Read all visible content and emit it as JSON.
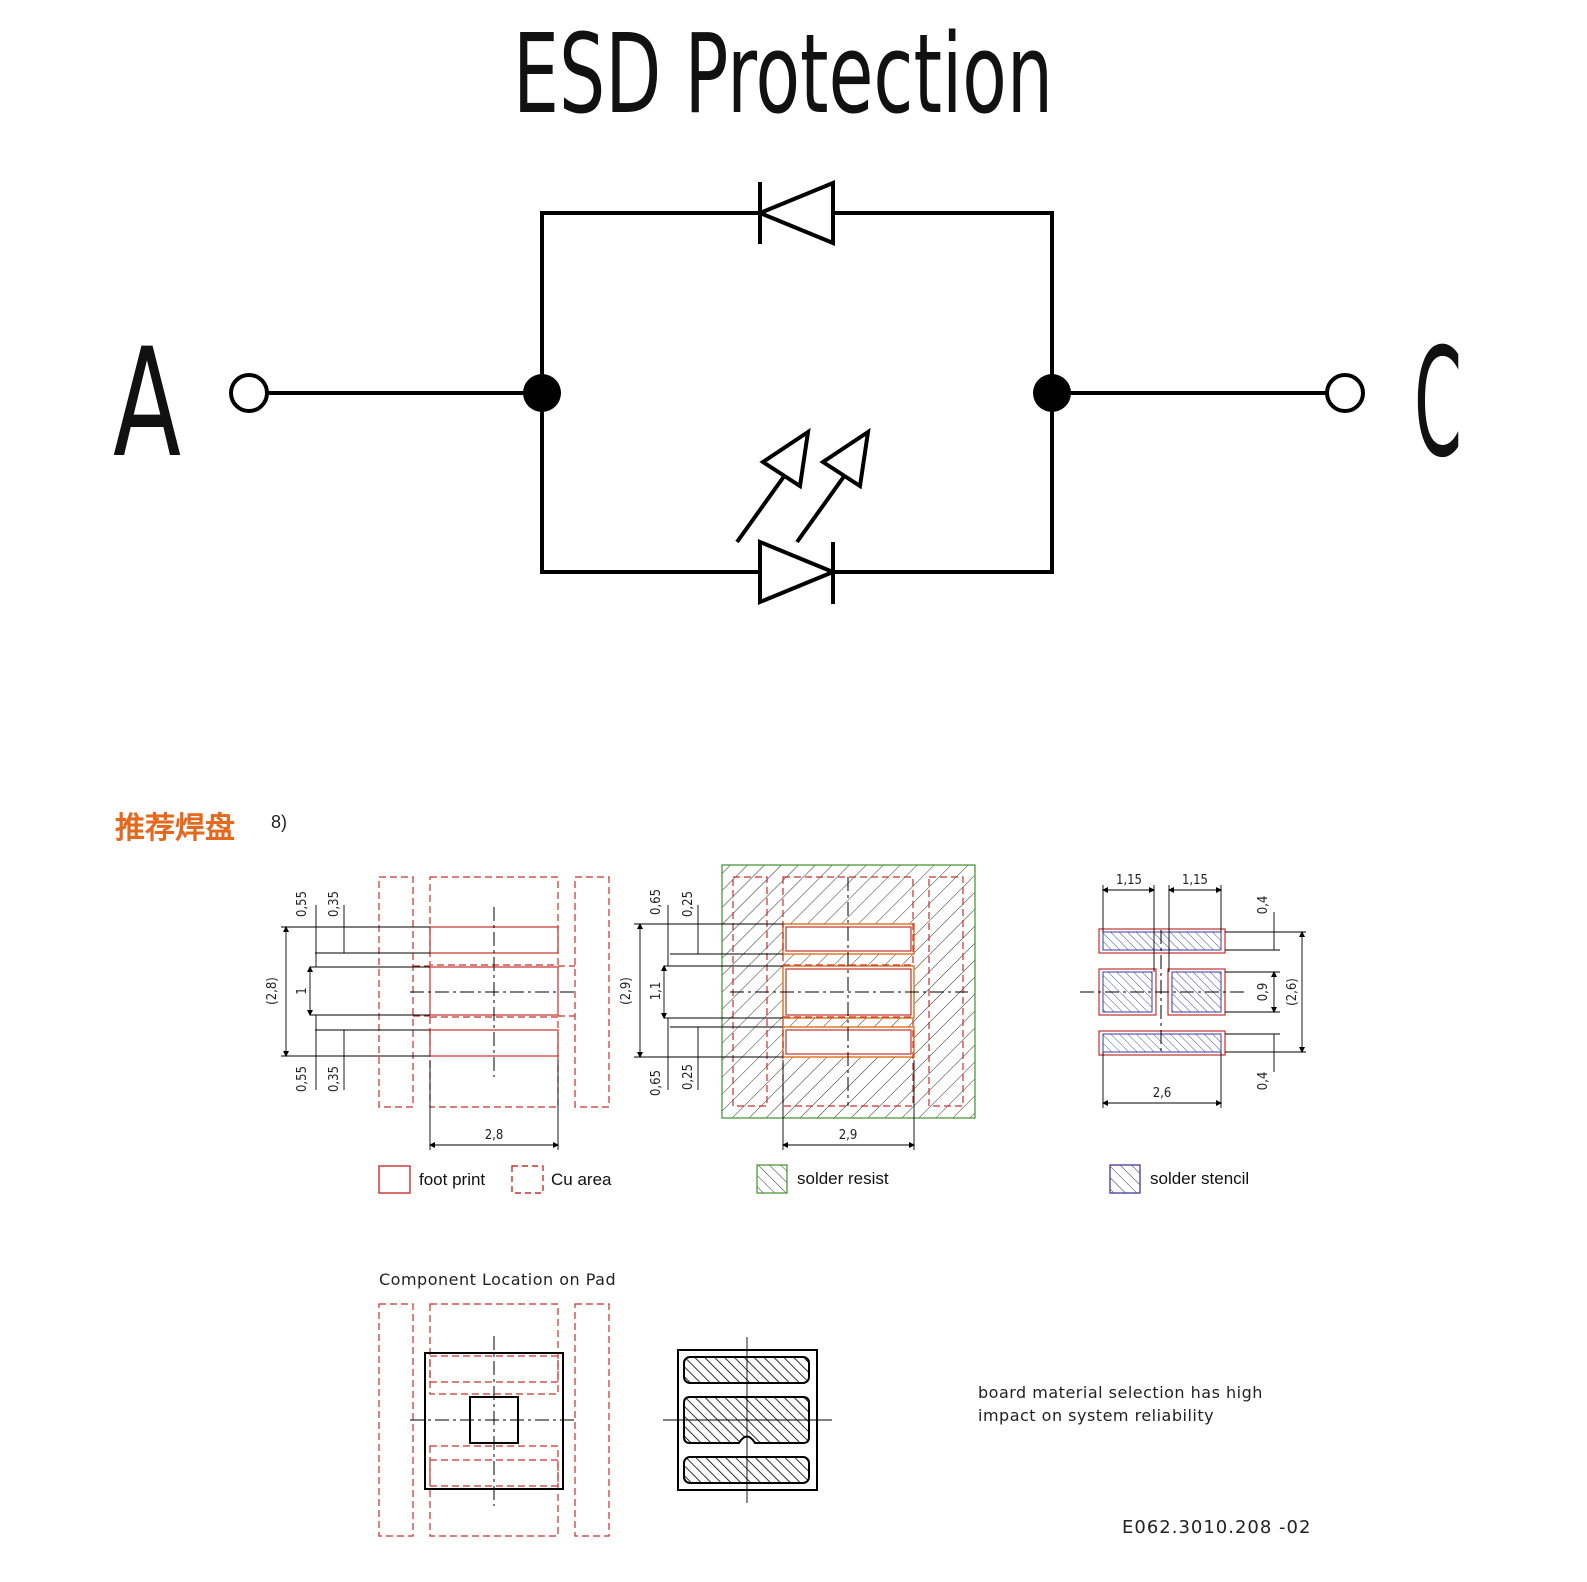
{
  "title": "ESD Protection",
  "pins": {
    "left": "A",
    "right": "C"
  },
  "section": {
    "title": "推荐焊盘",
    "footnote": "8)"
  },
  "footprint_view": {
    "dims": {
      "top_outer": "0,55",
      "top_inner": "0,35",
      "overall": "(2,8)",
      "middle": "1",
      "bottom_outer": "0,55",
      "bottom_inner": "0,35",
      "width": "2,8"
    }
  },
  "resist_view": {
    "dims": {
      "top_outer": "0,65",
      "top_inner": "0,25",
      "overall": "(2,9)",
      "middle": "1,1",
      "bottom_outer": "0,65",
      "bottom_inner": "0,25",
      "width": "2,9"
    }
  },
  "stencil_view": {
    "dims": {
      "left_width": "1,15",
      "right_width": "1,15",
      "top_height": "0,4",
      "middle_height": "0,9",
      "overall": "(2,6)",
      "bottom_height": "0,4",
      "width": "2,6"
    }
  },
  "legend": {
    "foot_print": "foot print",
    "cu_area": "Cu area",
    "solder_resist": "solder resist",
    "solder_stencil": "solder stencil"
  },
  "location": {
    "title": "Component Location on Pad"
  },
  "note": {
    "line1": "board material selection has high",
    "line2": "impact on system reliability"
  },
  "doc_number": "E062.3010.208 -02",
  "colors": {
    "accent": "#e5681f",
    "footprint": "#c9302c",
    "resist": "#4a9a3a",
    "stencil": "#3a3aa0",
    "line": "#000000"
  }
}
